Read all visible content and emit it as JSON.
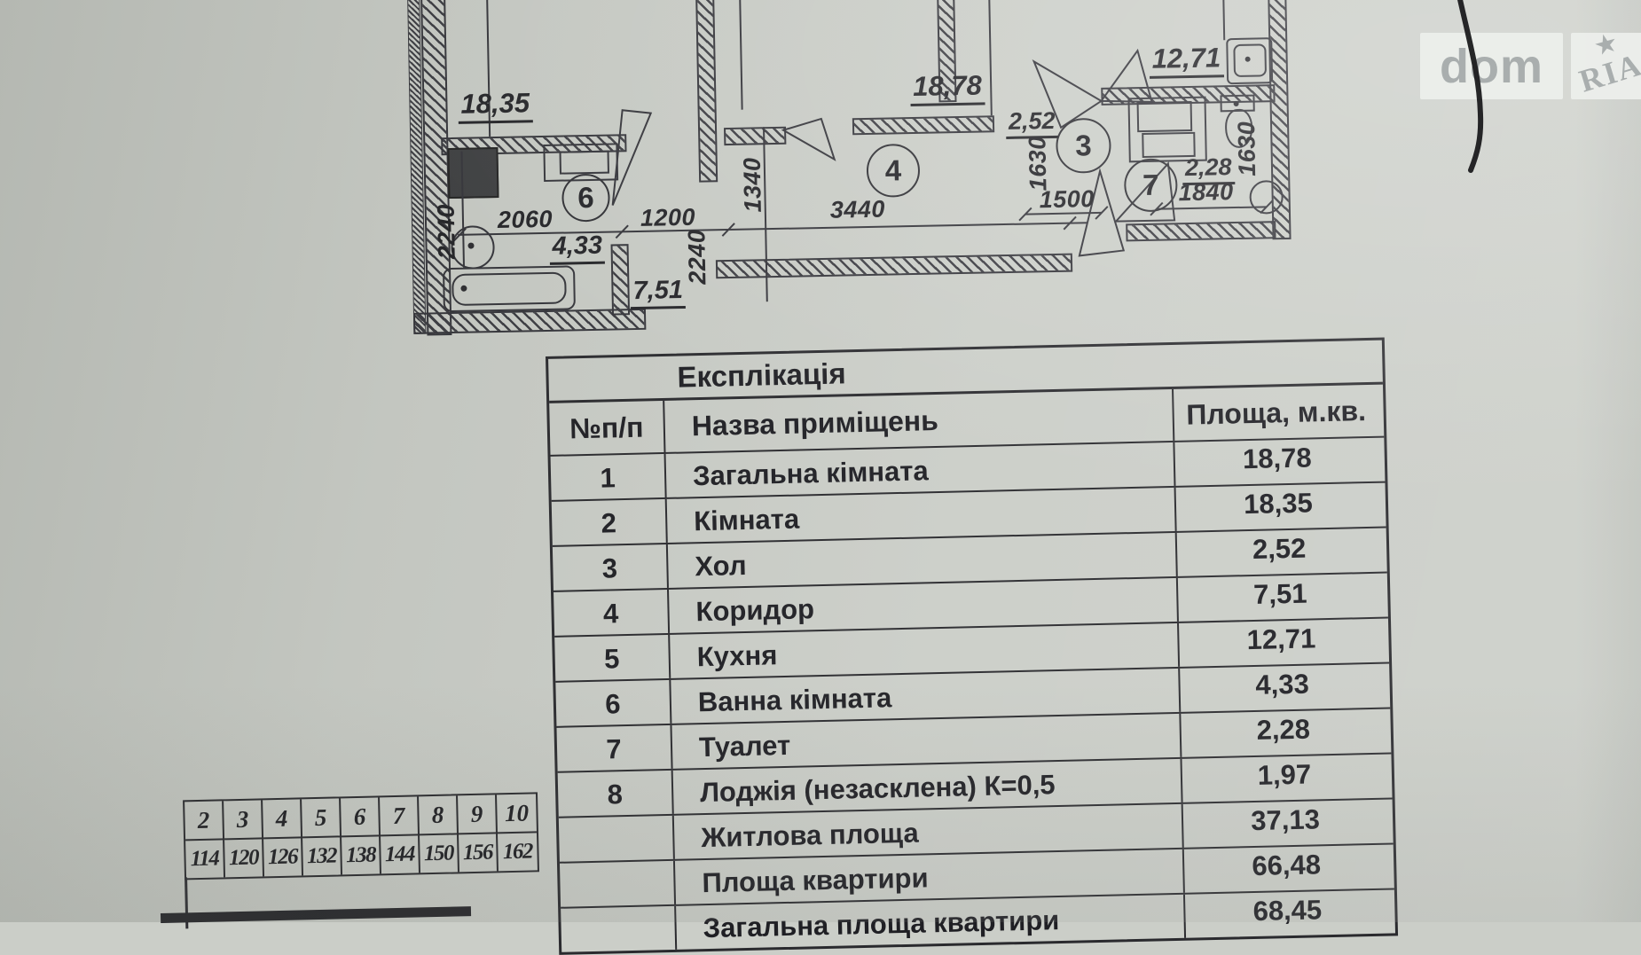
{
  "watermark": {
    "dom": "dom",
    "ria": "RIA",
    "star": "★"
  },
  "plan": {
    "rooms": {
      "bath": "6",
      "corridor": "4",
      "hall": "3",
      "wc": "7"
    },
    "areas": {
      "room2": "18,35",
      "room1": "18,78",
      "kitchen": "12,71",
      "bath": "4,33",
      "corridor": "7,51",
      "hall": "2,52",
      "wc": "2,28"
    },
    "dims": {
      "d2060": "2060",
      "d1200": "1200",
      "d3440": "3440",
      "d1500": "1500",
      "d1840": "1840",
      "d1340": "1340",
      "d2240_bath": "2240",
      "d2240_corridor": "2240",
      "d1630_hall": "1630",
      "d1630_wc": "1630"
    }
  },
  "explication": {
    "title": "Експлікація",
    "col_num": "№п/п",
    "col_name": "Назва приміщень",
    "col_area": "Площа, м.кв.",
    "rows": [
      {
        "num": "1",
        "name": "Загальна кімната",
        "area": "18,78"
      },
      {
        "num": "2",
        "name": "Кімната",
        "area": "18,35"
      },
      {
        "num": "3",
        "name": "Хол",
        "area": "2,52"
      },
      {
        "num": "4",
        "name": "Коридор",
        "area": "7,51"
      },
      {
        "num": "5",
        "name": "Кухня",
        "area": "12,71"
      },
      {
        "num": "6",
        "name": "Ванна кімната",
        "area": "4,33"
      },
      {
        "num": "7",
        "name": "Туалет",
        "area": "2,28"
      },
      {
        "num": "8",
        "name": "Лоджія (незасклена) К=0,5",
        "area": "1,97"
      },
      {
        "num": "",
        "name": "Житлова площа",
        "area": "37,13"
      },
      {
        "num": "",
        "name": "Площа квартири",
        "area": "66,48"
      },
      {
        "num": "",
        "name": "Загальна площа квартири",
        "area": "68,45"
      }
    ]
  },
  "floors_table": {
    "floors": [
      "2",
      "3",
      "4",
      "5",
      "6",
      "7",
      "8",
      "9",
      "10"
    ],
    "values": [
      "114",
      "120",
      "126",
      "132",
      "138",
      "144",
      "150",
      "156",
      "162"
    ]
  }
}
